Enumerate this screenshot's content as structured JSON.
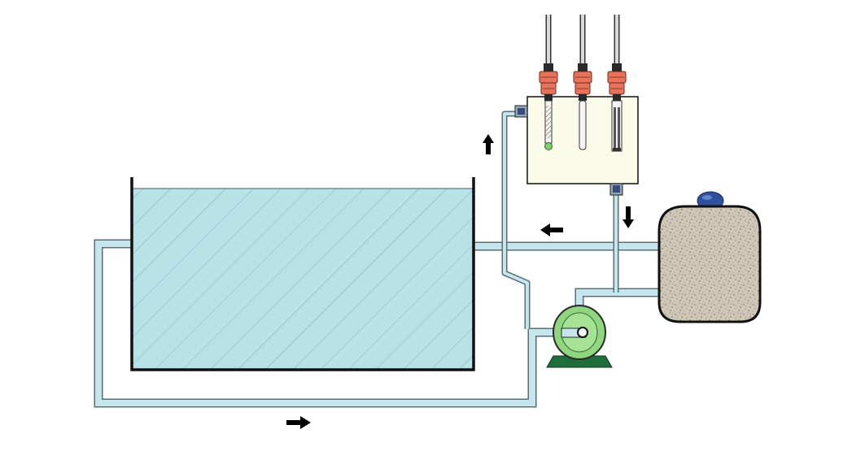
{
  "diagram": {
    "colors": {
      "water": "#b8e2e8",
      "pipe_fill": "#c4e6ec",
      "pipe_outline": "#5a6e74",
      "outline": "#111111",
      "cell_fill": "#fbfbe9",
      "connector_orange": "#e8735a",
      "connector_dark": "#2a2a2a",
      "pump_green": "#8fd67f",
      "pump_base": "#1e6d3a",
      "filter_fill": "#cfc7b8",
      "filter_cap": "#2f4f9f",
      "arrow": "#000000"
    },
    "components": {
      "tank": "tank",
      "measurement_cell": "measurement-cell",
      "probes": [
        "probe-1",
        "probe-2",
        "probe-3"
      ],
      "pump": "pump",
      "filter": "filter"
    },
    "flow_arrows": [
      "up",
      "left",
      "down",
      "right"
    ]
  }
}
